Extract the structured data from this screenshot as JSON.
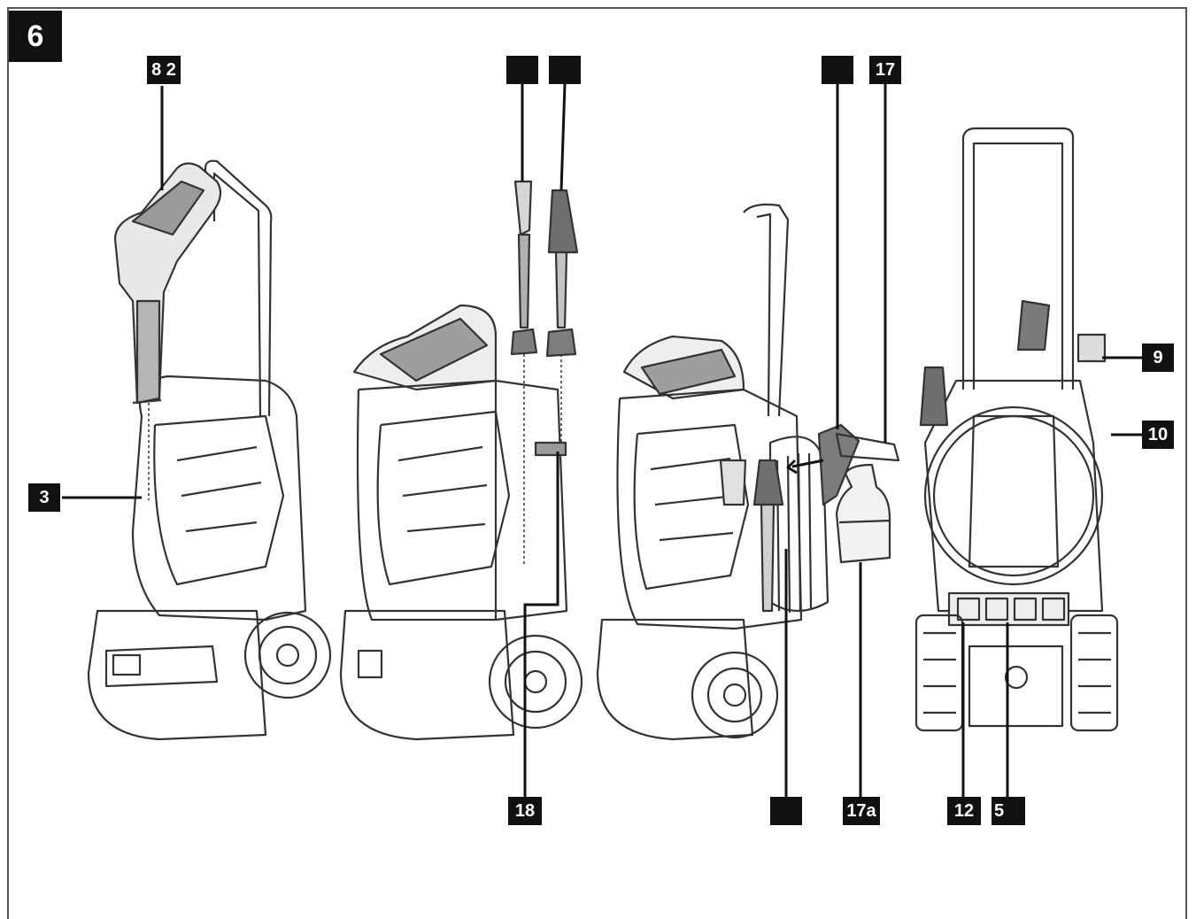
{
  "figure_number": "6",
  "labels": {
    "l_8_2": "8 2",
    "l_blank_a": "",
    "l_blank_b": "",
    "l_blank_c": "",
    "l_17": "17",
    "l_9": "9",
    "l_10": "10",
    "l_3": "3",
    "l_18": "18",
    "l_blank_d": "",
    "l_17a": "17a",
    "l_12": "12",
    "l_5": "5"
  }
}
